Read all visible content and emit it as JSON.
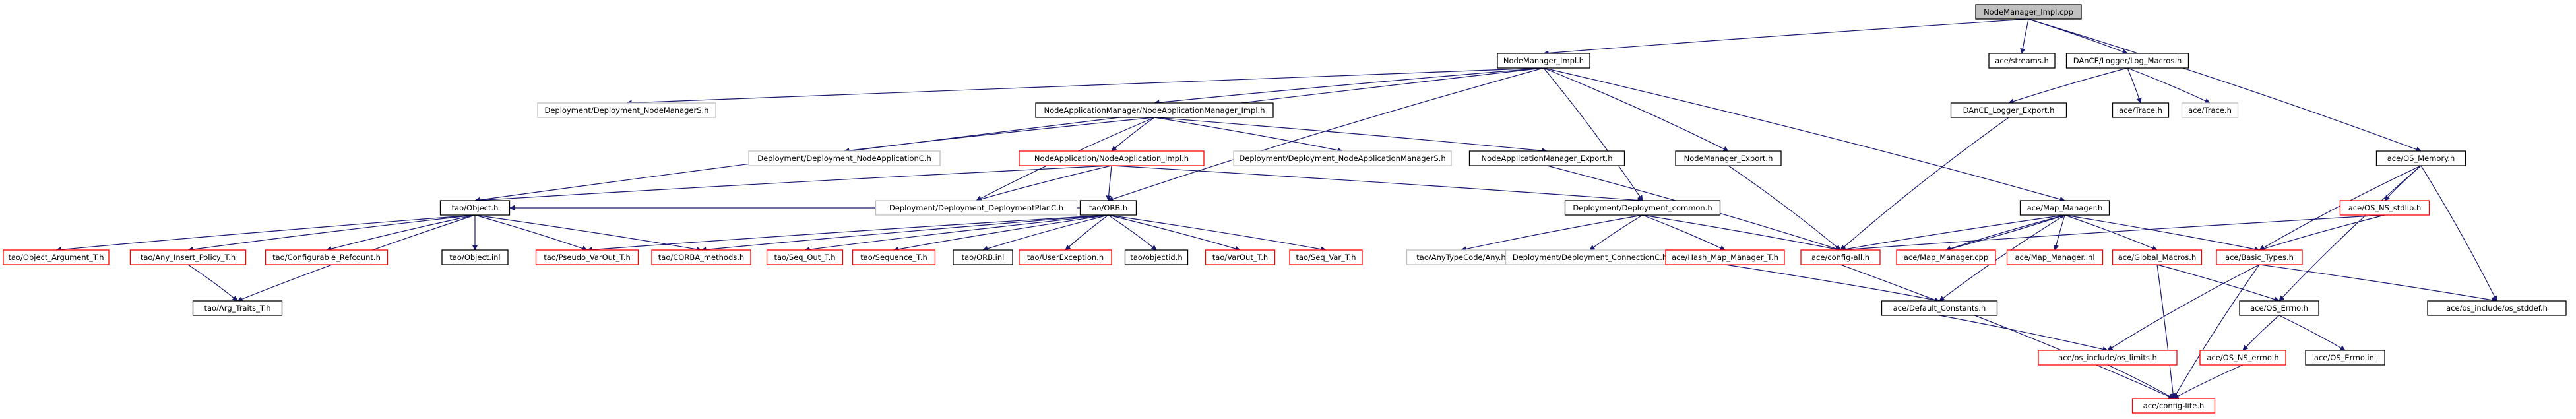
{
  "colors": {
    "root_fill": "#c0c0c0",
    "box_border_normal": "#000000",
    "box_border_missing": "#ff0000",
    "box_border_external": "#bfbfbf",
    "edge_main": "#191970",
    "edge_alt": "#2e8b57",
    "text": "#000000"
  },
  "nodes": [
    {
      "id": "root",
      "label": "NodeManager_Impl.cpp",
      "style": "root"
    },
    {
      "id": "nmimpl",
      "label": "NodeManager_Impl.h",
      "style": "normal"
    },
    {
      "id": "streams",
      "label": "ace/streams.h",
      "style": "normal"
    },
    {
      "id": "dance_log",
      "label": "DAnCE/Logger/Log_Macros.h",
      "style": "normal"
    },
    {
      "id": "os_memory",
      "label": "ace/OS_Memory.h",
      "style": "normal"
    },
    {
      "id": "depl_nmS",
      "label": "Deployment/Deployment_NodeManagerS.h",
      "style": "external"
    },
    {
      "id": "namimpl",
      "label": "NodeApplicationManager/NodeApplicationManager_Impl.h",
      "style": "normal"
    },
    {
      "id": "nm_export",
      "label": "NodeManager_Export.h",
      "style": "normal"
    },
    {
      "id": "map_mgr",
      "label": "ace/Map_Manager.h",
      "style": "normal"
    },
    {
      "id": "logger_export",
      "label": "DAnCE_Logger_Export.h",
      "style": "normal"
    },
    {
      "id": "trace1",
      "label": "ace/Trace.h",
      "style": "normal"
    },
    {
      "id": "trace2",
      "label": "ace/Trace.h",
      "style": "external"
    },
    {
      "id": "depl_naC",
      "label": "Deployment/Deployment_NodeApplicationC.h",
      "style": "external"
    },
    {
      "id": "naimpl",
      "label": "NodeApplication/NodeApplication_Impl.h",
      "style": "missing"
    },
    {
      "id": "depl_namS",
      "label": "Deployment/Deployment_NodeApplicationManagerS.h",
      "style": "external"
    },
    {
      "id": "nam_export",
      "label": "NodeApplicationManager_Export.h",
      "style": "normal"
    },
    {
      "id": "os_ns_stdlib",
      "label": "ace/OS_NS_stdlib.h",
      "style": "missing"
    },
    {
      "id": "tao_object",
      "label": "tao/Object.h",
      "style": "normal"
    },
    {
      "id": "depl_dpC",
      "label": "Deployment/Deployment_DeploymentPlanC.h",
      "style": "external"
    },
    {
      "id": "tao_orb",
      "label": "tao/ORB.h",
      "style": "normal"
    },
    {
      "id": "depl_common",
      "label": "Deployment/Deployment_common.h",
      "style": "normal"
    },
    {
      "id": "tao_obj_arg",
      "label": "tao/Object_Argument_T.h",
      "style": "missing"
    },
    {
      "id": "tao_any_ins",
      "label": "tao/Any_Insert_Policy_T.h",
      "style": "missing"
    },
    {
      "id": "tao_cfg_ref",
      "label": "tao/Configurable_Refcount.h",
      "style": "missing"
    },
    {
      "id": "tao_obj_inl",
      "label": "tao/Object.inl",
      "style": "normal"
    },
    {
      "id": "tao_pseudo",
      "label": "tao/Pseudo_VarOut_T.h",
      "style": "missing"
    },
    {
      "id": "tao_corba_m",
      "label": "tao/CORBA_methods.h",
      "style": "missing"
    },
    {
      "id": "tao_seq_out",
      "label": "tao/Seq_Out_T.h",
      "style": "missing"
    },
    {
      "id": "tao_sequence",
      "label": "tao/Sequence_T.h",
      "style": "missing"
    },
    {
      "id": "tao_orb_inl",
      "label": "tao/ORB.inl",
      "style": "normal"
    },
    {
      "id": "tao_user_exc",
      "label": "tao/UserException.h",
      "style": "missing"
    },
    {
      "id": "tao_objectid",
      "label": "tao/objectid.h",
      "style": "normal"
    },
    {
      "id": "tao_varout",
      "label": "tao/VarOut_T.h",
      "style": "missing"
    },
    {
      "id": "tao_seq_var",
      "label": "tao/Seq_Var_T.h",
      "style": "missing"
    },
    {
      "id": "tao_anytc",
      "label": "tao/AnyTypeCode/Any.h",
      "style": "external"
    },
    {
      "id": "depl_connC",
      "label": "Deployment/Deployment_ConnectionC.h",
      "style": "external"
    },
    {
      "id": "hash_map",
      "label": "ace/Hash_Map_Manager_T.h",
      "style": "missing"
    },
    {
      "id": "config_all",
      "label": "ace/config-all.h",
      "style": "missing"
    },
    {
      "id": "map_mgr_cpp",
      "label": "ace/Map_Manager.cpp",
      "style": "missing"
    },
    {
      "id": "map_mgr_inl",
      "label": "ace/Map_Manager.inl",
      "style": "missing"
    },
    {
      "id": "global_macros",
      "label": "ace/Global_Macros.h",
      "style": "missing"
    },
    {
      "id": "basic_types",
      "label": "ace/Basic_Types.h",
      "style": "missing"
    },
    {
      "id": "tao_arg_traits",
      "label": "tao/Arg_Traits_T.h",
      "style": "normal"
    },
    {
      "id": "default_const",
      "label": "ace/Default_Constants.h",
      "style": "normal"
    },
    {
      "id": "os_errno",
      "label": "ace/OS_Errno.h",
      "style": "normal"
    },
    {
      "id": "os_stddef",
      "label": "ace/os_include/os_stddef.h",
      "style": "normal"
    },
    {
      "id": "os_limits",
      "label": "ace/os_include/os_limits.h",
      "style": "missing"
    },
    {
      "id": "os_ns_errno",
      "label": "ace/OS_NS_errno.h",
      "style": "missing"
    },
    {
      "id": "os_errno_inl",
      "label": "ace/OS_Errno.inl",
      "style": "normal"
    },
    {
      "id": "config_lite",
      "label": "ace/config-lite.h",
      "style": "missing"
    }
  ],
  "edges": [
    [
      "root",
      "nmimpl"
    ],
    [
      "root",
      "streams"
    ],
    [
      "root",
      "dance_log"
    ],
    [
      "root",
      "os_memory"
    ],
    [
      "nmimpl",
      "depl_nmS"
    ],
    [
      "nmimpl",
      "namimpl"
    ],
    [
      "nmimpl",
      "nm_export"
    ],
    [
      "nmimpl",
      "map_mgr"
    ],
    [
      "nmimpl",
      "tao_object"
    ],
    [
      "nmimpl",
      "tao_orb"
    ],
    [
      "nmimpl",
      "depl_common"
    ],
    [
      "dance_log",
      "logger_export"
    ],
    [
      "dance_log",
      "trace1"
    ],
    [
      "dance_log",
      "trace2"
    ],
    [
      "os_memory",
      "os_ns_stdlib"
    ],
    [
      "os_memory",
      "basic_types"
    ],
    [
      "os_memory",
      "os_errno"
    ],
    [
      "os_memory",
      "os_stddef"
    ],
    [
      "namimpl",
      "depl_naC"
    ],
    [
      "namimpl",
      "naimpl"
    ],
    [
      "namimpl",
      "depl_namS"
    ],
    [
      "namimpl",
      "nam_export"
    ],
    [
      "namimpl",
      "depl_dpC"
    ],
    [
      "naimpl",
      "tao_object"
    ],
    [
      "naimpl",
      "depl_dpC"
    ],
    [
      "naimpl",
      "tao_orb"
    ],
    [
      "naimpl",
      "depl_common"
    ],
    [
      "nam_export",
      "config_all"
    ],
    [
      "nm_export",
      "config_all"
    ],
    [
      "logger_export",
      "config_all"
    ],
    [
      "os_ns_stdlib",
      "config_all"
    ],
    [
      "os_ns_stdlib",
      "basic_types"
    ],
    [
      "tao_object",
      "tao_obj_arg"
    ],
    [
      "tao_object",
      "tao_any_ins"
    ],
    [
      "tao_object",
      "tao_cfg_ref"
    ],
    [
      "tao_object",
      "tao_obj_inl"
    ],
    [
      "tao_object",
      "tao_pseudo"
    ],
    [
      "tao_object",
      "tao_corba_m"
    ],
    [
      "tao_object",
      "tao_arg_traits"
    ],
    [
      "tao_any_ins",
      "tao_arg_traits"
    ],
    [
      "tao_orb",
      "tao_object"
    ],
    [
      "tao_orb",
      "tao_pseudo"
    ],
    [
      "tao_orb",
      "tao_corba_m"
    ],
    [
      "tao_orb",
      "tao_seq_out"
    ],
    [
      "tao_orb",
      "tao_sequence"
    ],
    [
      "tao_orb",
      "tao_orb_inl"
    ],
    [
      "tao_orb",
      "tao_user_exc"
    ],
    [
      "tao_orb",
      "tao_objectid"
    ],
    [
      "tao_orb",
      "tao_varout"
    ],
    [
      "tao_orb",
      "tao_seq_var"
    ],
    [
      "depl_common",
      "tao_anytc"
    ],
    [
      "depl_common",
      "depl_connC"
    ],
    [
      "depl_common",
      "hash_map"
    ],
    [
      "depl_common",
      "config_all"
    ],
    [
      "map_mgr",
      "config_all"
    ],
    [
      "map_mgr",
      "map_mgr_cpp"
    ],
    [
      "map_mgr",
      "map_mgr_inl"
    ],
    [
      "map_mgr",
      "global_macros"
    ],
    [
      "map_mgr",
      "basic_types"
    ],
    [
      "map_mgr",
      "default_const"
    ],
    [
      "map_mgr_cpp",
      "map_mgr"
    ],
    [
      "hash_map",
      "default_const"
    ],
    [
      "global_macros",
      "os_errno"
    ],
    [
      "global_macros",
      "config_lite"
    ],
    [
      "basic_types",
      "os_limits"
    ],
    [
      "basic_types",
      "config_lite"
    ],
    [
      "basic_types",
      "os_stddef"
    ],
    [
      "config_all",
      "config_lite"
    ],
    [
      "default_const",
      "os_limits"
    ],
    [
      "os_errno",
      "os_ns_errno"
    ],
    [
      "os_errno",
      "os_errno_inl"
    ],
    [
      "os_limits",
      "config_lite"
    ],
    [
      "os_ns_errno",
      "config_lite"
    ]
  ]
}
